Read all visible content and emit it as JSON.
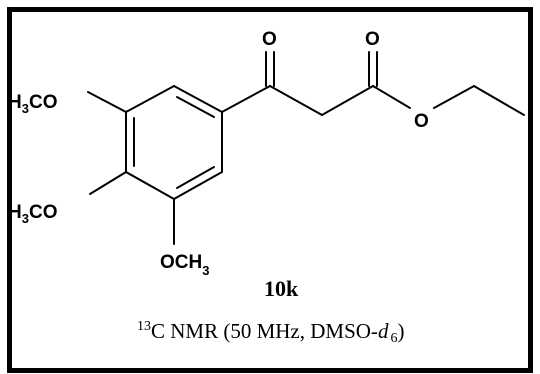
{
  "molecule": {
    "compound_id": "10k",
    "labels": {
      "ketone_o": "O",
      "ester_o_carbonyl": "O",
      "ester_o_ether": "O",
      "h3co_top": {
        "h": "H",
        "sub": "3",
        "rest": "CO"
      },
      "h3co_mid": {
        "h": "H",
        "sub": "3",
        "rest": "CO"
      },
      "och3_bottom": {
        "main": "OCH",
        "sub": "3"
      }
    }
  },
  "caption": {
    "sup": "13",
    "text1": "C NMR (50 MHz, DMSO-",
    "italic": "d",
    "sub": "6",
    "text2": ")"
  }
}
